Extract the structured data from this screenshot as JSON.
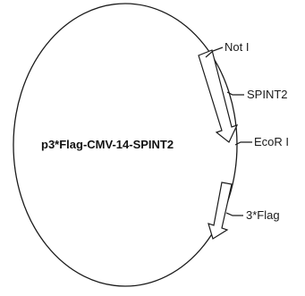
{
  "plasmid": {
    "name": "p3*Flag-CMV-14-SPINT2"
  },
  "features": [
    {
      "kind": "site",
      "label": "Not I"
    },
    {
      "kind": "gene",
      "label": "SPINT2"
    },
    {
      "kind": "site",
      "label": "EcoR I"
    },
    {
      "kind": "tag",
      "label": "3*Flag"
    }
  ],
  "colors": {
    "outline": "#1a1a1a",
    "background": "#ffffff",
    "text": "#1a1a1a"
  }
}
